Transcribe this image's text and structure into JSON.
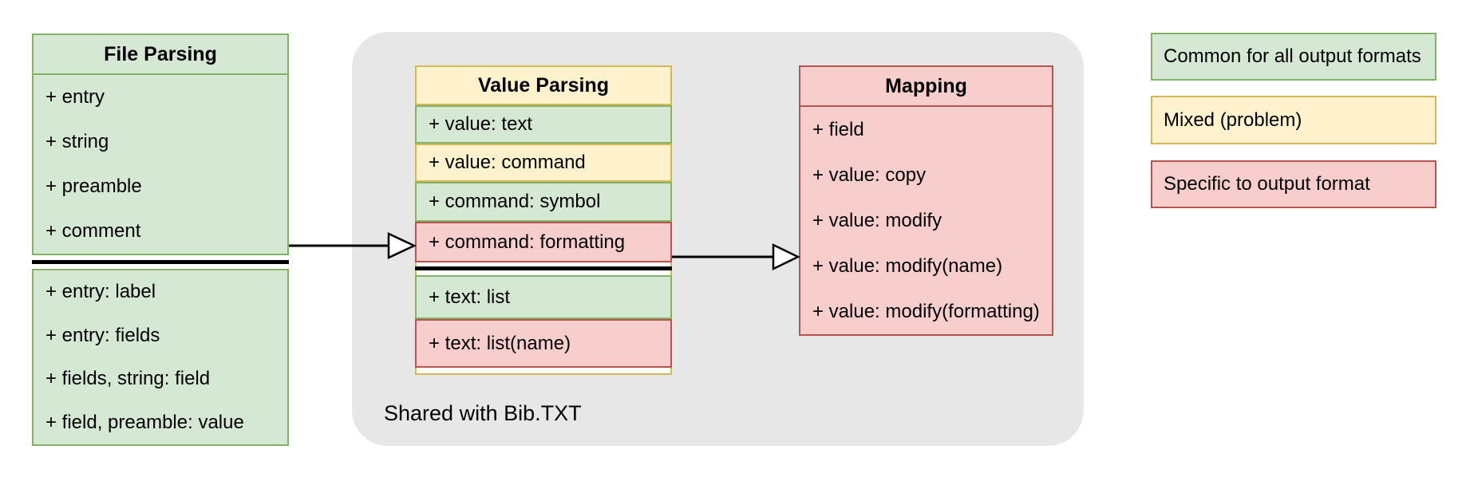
{
  "palette": {
    "common_fill": "#d5e8d4",
    "common_stroke": "#82b366",
    "mixed_fill": "#fff2cc",
    "mixed_stroke": "#d6b656",
    "specific_fill": "#f8cecc",
    "specific_stroke": "#b85450",
    "panel_fill": "#e7e7e7",
    "line_color": "#000000"
  },
  "file_parsing": {
    "title": "File Parsing",
    "section1_items": [
      "+ entry",
      "+ string",
      "+ preamble",
      "+ comment"
    ],
    "section2_items": [
      "+ entry: label",
      "+ entry: fields",
      "+ fields, string: field",
      "+ field, preamble: value"
    ]
  },
  "value_parsing": {
    "title": "Value Parsing",
    "section1_rows": [
      {
        "label": "+ value: text",
        "category": "common"
      },
      {
        "label": "+ value: command",
        "category": "mixed"
      },
      {
        "label": "+ command: symbol",
        "category": "common"
      },
      {
        "label": "+ command: formatting",
        "category": "specific"
      }
    ],
    "section2_rows": [
      {
        "label": "+ text: list",
        "category": "common"
      },
      {
        "label": "+ text: list(name)",
        "category": "specific"
      }
    ]
  },
  "mapping": {
    "title": "Mapping",
    "items": [
      "+ field",
      "+ value: copy",
      "+ value: modify",
      "+ value: modify(name)",
      "+ value: modify(formatting)"
    ]
  },
  "panel_caption": "Shared with Bib.TXT",
  "legend": [
    {
      "label": "Common for all output formats",
      "category": "common"
    },
    {
      "label": "Mixed (problem)",
      "category": "mixed"
    },
    {
      "label": "Specific to output format",
      "category": "specific"
    }
  ]
}
